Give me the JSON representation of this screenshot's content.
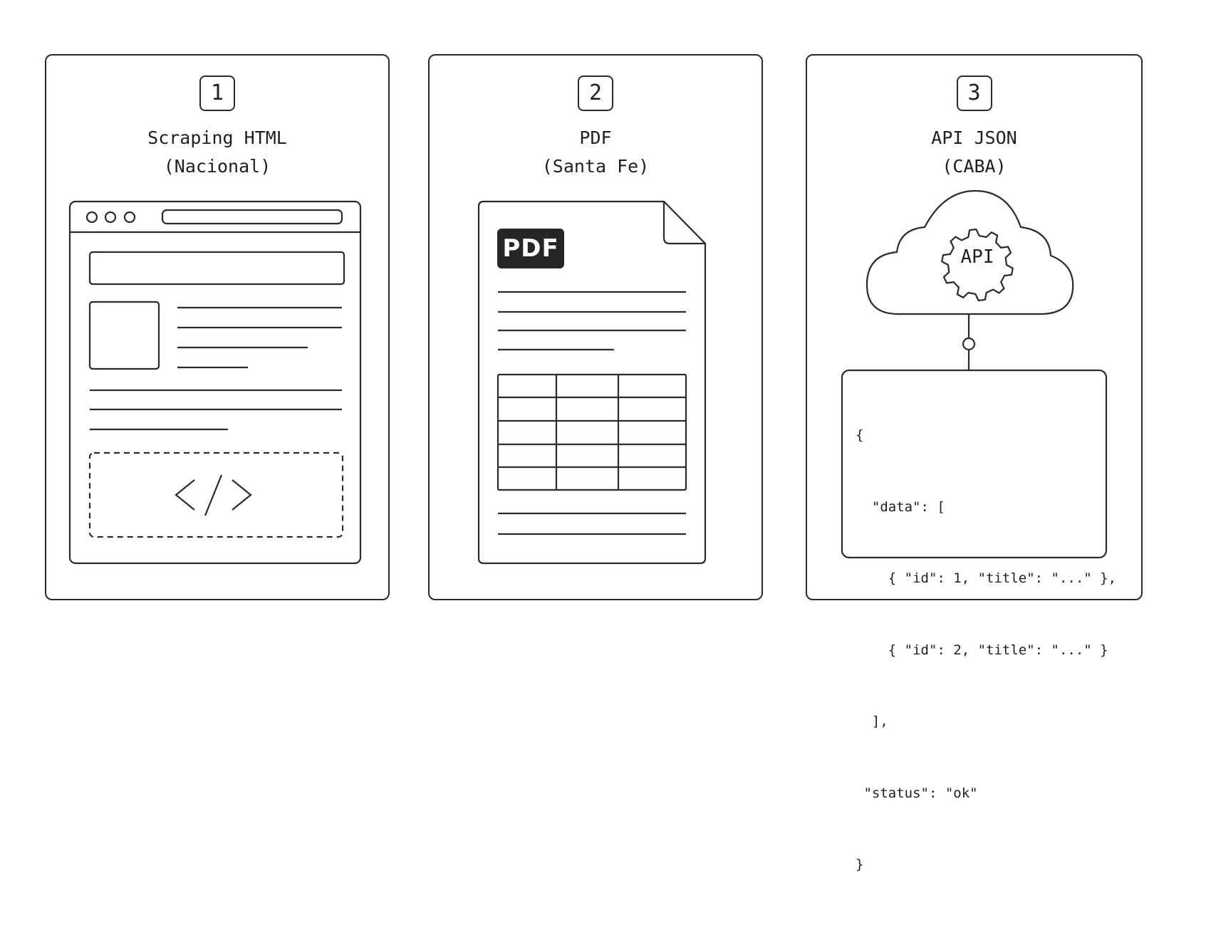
{
  "panels": [
    {
      "step": "1",
      "title_line1": "Scraping HTML",
      "title_line2": "(Nacional)"
    },
    {
      "step": "2",
      "title_line1": "PDF",
      "title_line2": "(Santa Fe)",
      "tag": "PDF"
    },
    {
      "step": "3",
      "title_line1": "API JSON",
      "title_line2": "(CABA)",
      "api_label": "API",
      "json_lines": [
        "{",
        "  \"data\": [",
        "    { \"id\": 1, \"title\": \"...\" },",
        "    { \"id\": 2, \"title\": \"...\" }",
        "  ],",
        " \"status\": \"ok\"",
        "}"
      ]
    }
  ],
  "icons": {
    "code": "code-brackets-icon",
    "gear": "gear-icon",
    "cloud": "cloud-icon"
  }
}
